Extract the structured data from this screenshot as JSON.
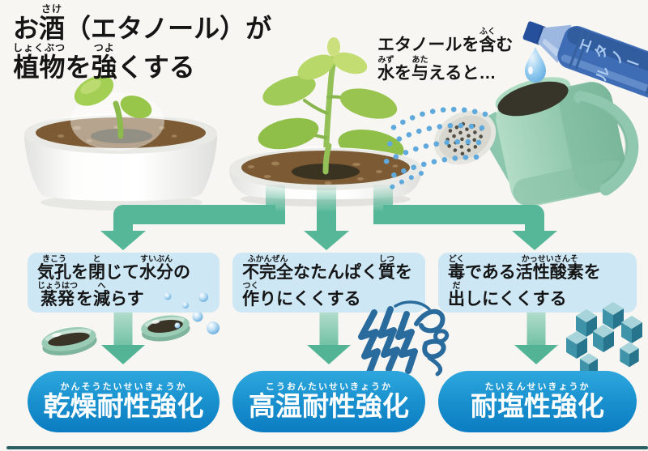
{
  "title": {
    "line1": [
      {
        "t": "お"
      },
      {
        "t": "酒",
        "r": "さけ"
      },
      {
        "t": "（エタノール）が"
      }
    ],
    "line2": [
      {
        "t": "植物",
        "r": "しょくぶつ"
      },
      {
        "t": "を"
      },
      {
        "t": "強",
        "r": "つよ"
      },
      {
        "t": "くする"
      }
    ]
  },
  "caption": {
    "line1": [
      {
        "t": "エタノールを"
      },
      {
        "t": "含",
        "r": "ふく"
      },
      {
        "t": "む"
      }
    ],
    "line2": [
      {
        "t": "水",
        "r": "みず"
      },
      {
        "t": "を"
      },
      {
        "t": "与",
        "r": "あた"
      },
      {
        "t": "えると…"
      }
    ]
  },
  "bottle": {
    "label": "エタノール"
  },
  "boxes": [
    {
      "line1": [
        {
          "t": "気孔",
          "r": "きこう"
        },
        {
          "t": "を"
        },
        {
          "t": "閉",
          "r": "と"
        },
        {
          "t": "じて"
        },
        {
          "t": "水分",
          "r": "すいぶん"
        },
        {
          "t": "の"
        }
      ],
      "line2": [
        {
          "t": "蒸発",
          "r": "じょうはつ"
        },
        {
          "t": "を"
        },
        {
          "t": "減",
          "r": "へ"
        },
        {
          "t": "らす"
        }
      ]
    },
    {
      "line1": [
        {
          "t": "不完全",
          "r": "ふかんぜん"
        },
        {
          "t": "なたんぱく"
        },
        {
          "t": "質",
          "r": "しつ"
        },
        {
          "t": "を"
        }
      ],
      "line2": [
        {
          "t": "作",
          "r": "つく"
        },
        {
          "t": "りにくくする"
        }
      ]
    },
    {
      "line1": [
        {
          "t": "毒",
          "r": "どく"
        },
        {
          "t": "である"
        },
        {
          "t": "活性酸素",
          "r": "かっせいさんそ"
        },
        {
          "t": "を"
        }
      ],
      "line2": [
        {
          "t": "出",
          "r": "だ"
        },
        {
          "t": "しにくくする"
        }
      ]
    }
  ],
  "pills": [
    {
      "base": "乾燥耐性強化",
      "ruby": "かんそうたいせいきょうか"
    },
    {
      "base": "高温耐性強化",
      "ruby": "こうおんたいせいきょうか"
    },
    {
      "base": "耐塩性強化",
      "ruby": "たいえんせいきょうか"
    }
  ],
  "colors": {
    "arrow_teal": "#55b797",
    "box_blue": "#cde7f5",
    "pill_blue_top": "#2fa7dd",
    "pill_blue_bottom": "#0b7cc1",
    "footer_bar": "#2c5f63",
    "bottle_blue": "#3e6db6",
    "watering_can_mint": "#9fd2b8",
    "leaf_green": "#9cc652",
    "soil_brown": "#7b5a34",
    "spray_blue": "#5fa9dc",
    "protein_blue": "#2a6b9d",
    "cube_teal": "#3f93a8",
    "stomata_green": "#9acbb4",
    "background": "#f7f6f2"
  }
}
